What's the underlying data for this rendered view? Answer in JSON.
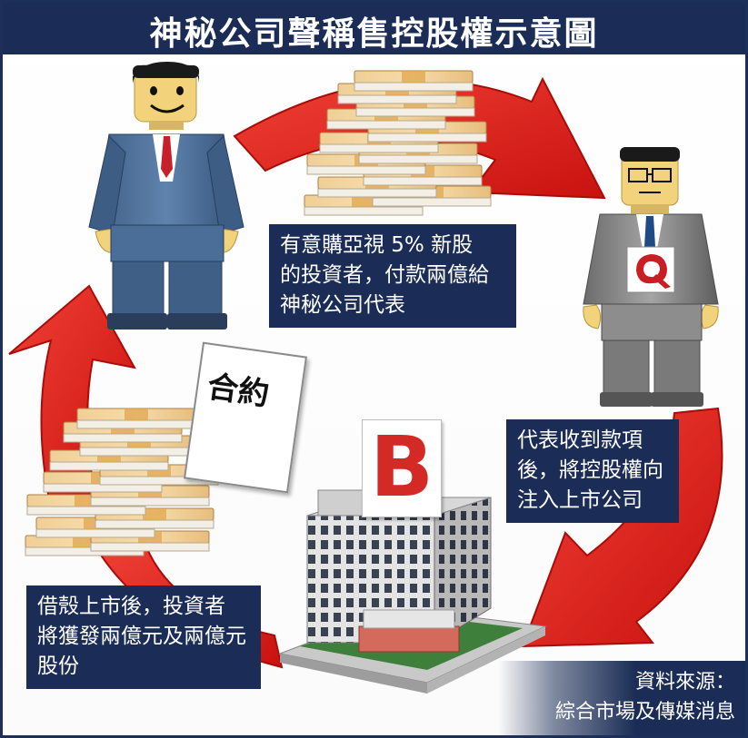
{
  "title": "神秘公司聲稱售控股權示意圖",
  "captions": {
    "investor": [
      "有意購亞視 5% 新股",
      "的投資者，付款兩億給",
      "神秘公司代表"
    ],
    "representative": [
      "代表收到款項",
      "後，將控股權向",
      "注入上市公司"
    ],
    "backdoor": [
      "借殼上市後，投資者",
      "將獲發兩億元及兩億元",
      "股份"
    ]
  },
  "contract_label": "合約",
  "building_sign": "B",
  "source": [
    "資料來源：",
    "綜合市場及傳媒消息"
  ],
  "colors": {
    "navy": "#1b2d56",
    "arrow_red": "#e11f1b",
    "sign_red": "#d42a25"
  }
}
